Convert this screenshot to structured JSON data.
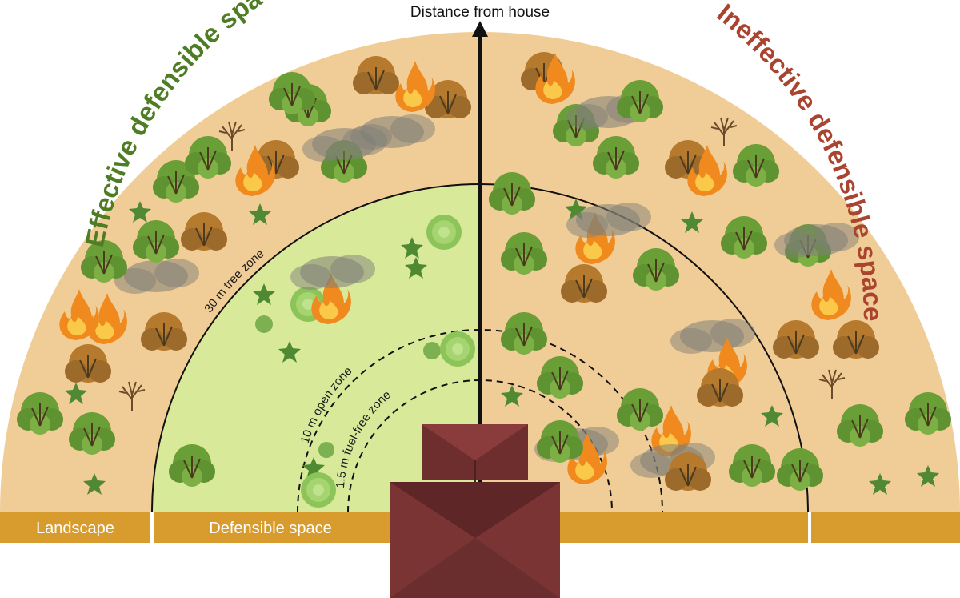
{
  "axis_label": "Distance from house",
  "left_title": "Effective defensible space",
  "right_title": "Ineffective defensible space",
  "zones": {
    "tree": "30 m tree zone",
    "open": "10 m open zone",
    "fuel_free": "1.5 m fuel-free zone"
  },
  "bands": {
    "landscape": "Landscape",
    "defensible": "Defensible space"
  },
  "colors": {
    "ground": "#f0cd96",
    "defensible_ground": "#d9e99a",
    "band": "#d89c2e",
    "effective_title": "#4f7d24",
    "ineffective_title": "#a8442f",
    "roof": "#7a3434"
  },
  "icons": [
    "tree-icon",
    "shrub-icon",
    "bare-tree-icon",
    "fire-icon",
    "smoke-icon",
    "house-roof-icon"
  ]
}
